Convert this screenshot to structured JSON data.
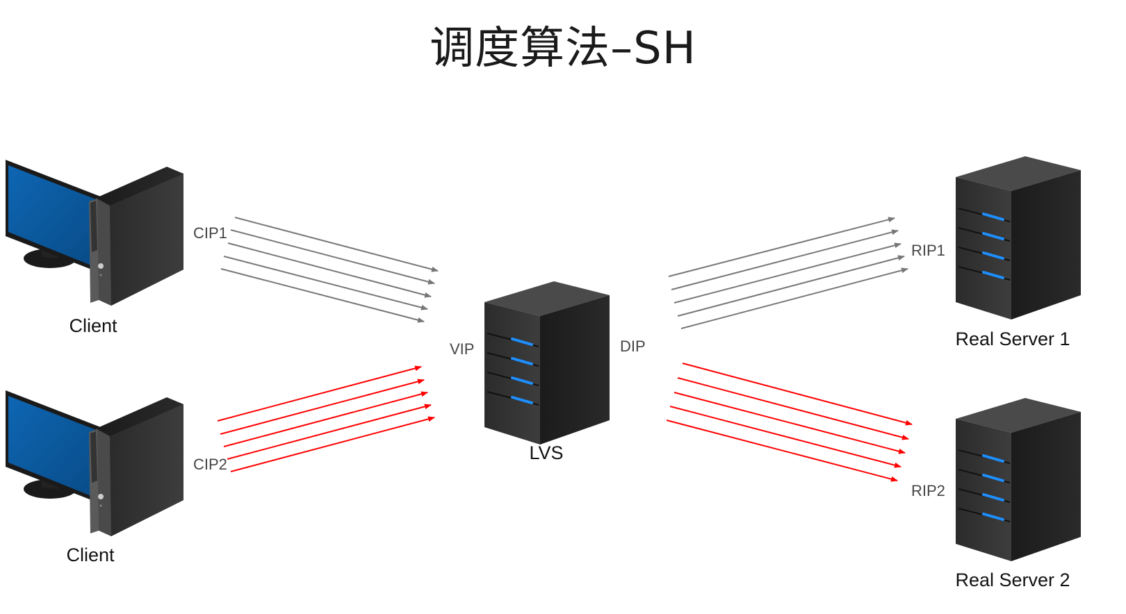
{
  "title": "调度算法–SH",
  "colors": {
    "gray_flow": "#777777",
    "red_flow": "#ff0000",
    "screen": "#0b5aa0",
    "server_led": "#1e8fff"
  },
  "nodes": {
    "client1": {
      "label": "Client",
      "ip": "CIP1",
      "icon": "desktop-computer-icon"
    },
    "client2": {
      "label": "Client",
      "ip": "CIP2",
      "icon": "desktop-computer-icon"
    },
    "lvs": {
      "label": "LVS",
      "vip": "VIP",
      "dip": "DIP",
      "icon": "server-tower-icon"
    },
    "rs1": {
      "label": "Real Server 1",
      "ip": "RIP1",
      "icon": "server-tower-icon"
    },
    "rs2": {
      "label": "Real Server 2",
      "ip": "RIP2",
      "icon": "server-tower-icon"
    }
  },
  "flows": [
    {
      "from": "client1",
      "to": "lvs",
      "color": "gray",
      "arrows": 5
    },
    {
      "from": "client2",
      "to": "lvs",
      "color": "red",
      "arrows": 5
    },
    {
      "from": "lvs",
      "to": "rs1",
      "color": "gray",
      "arrows": 5
    },
    {
      "from": "lvs",
      "to": "rs2",
      "color": "red",
      "arrows": 5
    }
  ]
}
